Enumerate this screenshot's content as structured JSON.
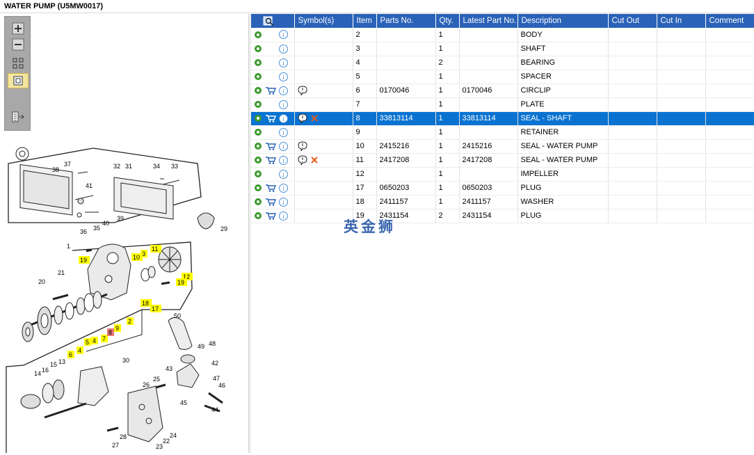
{
  "window": {
    "title": "WATER PUMP (U5MW0017)"
  },
  "grid": {
    "headers": {
      "symbols": "Symbol(s)",
      "item": "Item",
      "parts_no": "Parts No.",
      "qty": "Qty.",
      "latest_part_no": "Latest Part No.",
      "description": "Description",
      "cut_out": "Cut Out",
      "cut_in": "Cut In",
      "comment": "Comment"
    },
    "rows": [
      {
        "item": "2",
        "parts_no": "",
        "qty": "1",
        "latest": "",
        "desc": "BODY",
        "cart": false,
        "note": false,
        "cross": false,
        "selected": false
      },
      {
        "item": "3",
        "parts_no": "",
        "qty": "1",
        "latest": "",
        "desc": "SHAFT",
        "cart": false,
        "note": false,
        "cross": false,
        "selected": false
      },
      {
        "item": "4",
        "parts_no": "",
        "qty": "2",
        "latest": "",
        "desc": "BEARING",
        "cart": false,
        "note": false,
        "cross": false,
        "selected": false
      },
      {
        "item": "5",
        "parts_no": "",
        "qty": "1",
        "latest": "",
        "desc": "SPACER",
        "cart": false,
        "note": false,
        "cross": false,
        "selected": false
      },
      {
        "item": "6",
        "parts_no": "0170046",
        "qty": "1",
        "latest": "0170046",
        "desc": "CIRCLIP",
        "cart": true,
        "note": true,
        "cross": false,
        "selected": false
      },
      {
        "item": "7",
        "parts_no": "",
        "qty": "1",
        "latest": "",
        "desc": "PLATE",
        "cart": false,
        "note": false,
        "cross": false,
        "selected": false
      },
      {
        "item": "8",
        "parts_no": "33813114",
        "qty": "1",
        "latest": "33813114",
        "desc": "SEAL - SHAFT",
        "cart": true,
        "note": true,
        "cross": true,
        "selected": true
      },
      {
        "item": "9",
        "parts_no": "",
        "qty": "1",
        "latest": "",
        "desc": "RETAINER",
        "cart": false,
        "note": false,
        "cross": false,
        "selected": false
      },
      {
        "item": "10",
        "parts_no": "2415216",
        "qty": "1",
        "latest": "2415216",
        "desc": "SEAL - WATER PUMP",
        "cart": true,
        "note": true,
        "cross": false,
        "selected": false
      },
      {
        "item": "11",
        "parts_no": "2417208",
        "qty": "1",
        "latest": "2417208",
        "desc": "SEAL - WATER PUMP",
        "cart": true,
        "note": true,
        "cross": true,
        "selected": false
      },
      {
        "item": "12",
        "parts_no": "",
        "qty": "1",
        "latest": "",
        "desc": "IMPELLER",
        "cart": false,
        "note": false,
        "cross": false,
        "selected": false
      },
      {
        "item": "17",
        "parts_no": "0650203",
        "qty": "1",
        "latest": "0650203",
        "desc": "PLUG",
        "cart": true,
        "note": false,
        "cross": false,
        "selected": false
      },
      {
        "item": "18",
        "parts_no": "2411157",
        "qty": "1",
        "latest": "2411157",
        "desc": "WASHER",
        "cart": true,
        "note": false,
        "cross": false,
        "selected": false
      },
      {
        "item": "19",
        "parts_no": "2431154",
        "qty": "2",
        "latest": "2431154",
        "desc": "PLUG",
        "cart": true,
        "note": false,
        "cross": false,
        "selected": false
      }
    ]
  },
  "diagram": {
    "callouts": [
      "1",
      "2",
      "3",
      "4",
      "5",
      "6",
      "7",
      "8",
      "9",
      "10",
      "11",
      "12",
      "13",
      "14",
      "15",
      "16",
      "17",
      "18",
      "19",
      "20",
      "21",
      "22",
      "23",
      "24",
      "25",
      "26",
      "27",
      "28",
      "29",
      "30",
      "31",
      "32",
      "33",
      "34",
      "35",
      "36",
      "37",
      "38",
      "39",
      "40",
      "41",
      "42",
      "43",
      "44",
      "45",
      "46",
      "47",
      "48",
      "49",
      "50"
    ],
    "highlighted": [
      "19",
      "10",
      "3",
      "11",
      "12",
      "19",
      "18",
      "17",
      "2",
      "9",
      "7",
      "5",
      "4",
      "6",
      "4"
    ],
    "selected_callout": "8"
  },
  "watermark": "英金狮",
  "colors": {
    "header_bg": "#2a62b8",
    "selected_row": "#0a73d1",
    "highlight": "#ffff00",
    "selected_callout": "#e87878"
  }
}
